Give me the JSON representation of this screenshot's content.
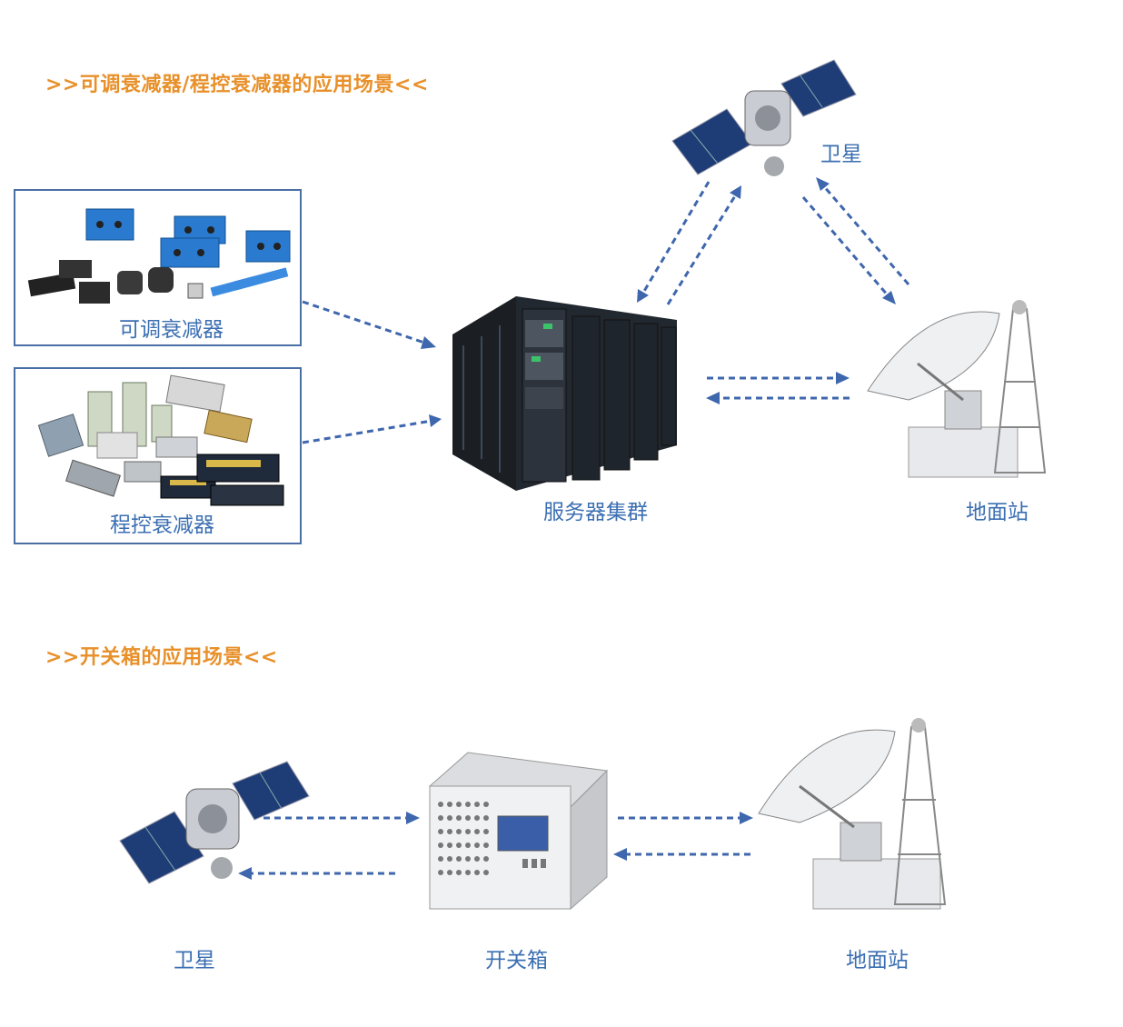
{
  "section1": {
    "title": ">>可调衰减器/程控衰减器的应用场景<<",
    "labels": {
      "satellite": "卫星",
      "adjustable_attenuator": "可调衰减器",
      "programmable_attenuator": "程控衰减器",
      "server_cluster": "服务器集群",
      "ground_station": "地面站"
    }
  },
  "section2": {
    "title": ">>开关箱的应用场景<<",
    "labels": {
      "satellite": "卫星",
      "switch_box": "开关箱",
      "ground_station": "地面站"
    }
  },
  "colors": {
    "title": "#e8902a",
    "label": "#3b6fb2",
    "arrow": "#3f67ad",
    "box_border": "#4a6fa5"
  }
}
